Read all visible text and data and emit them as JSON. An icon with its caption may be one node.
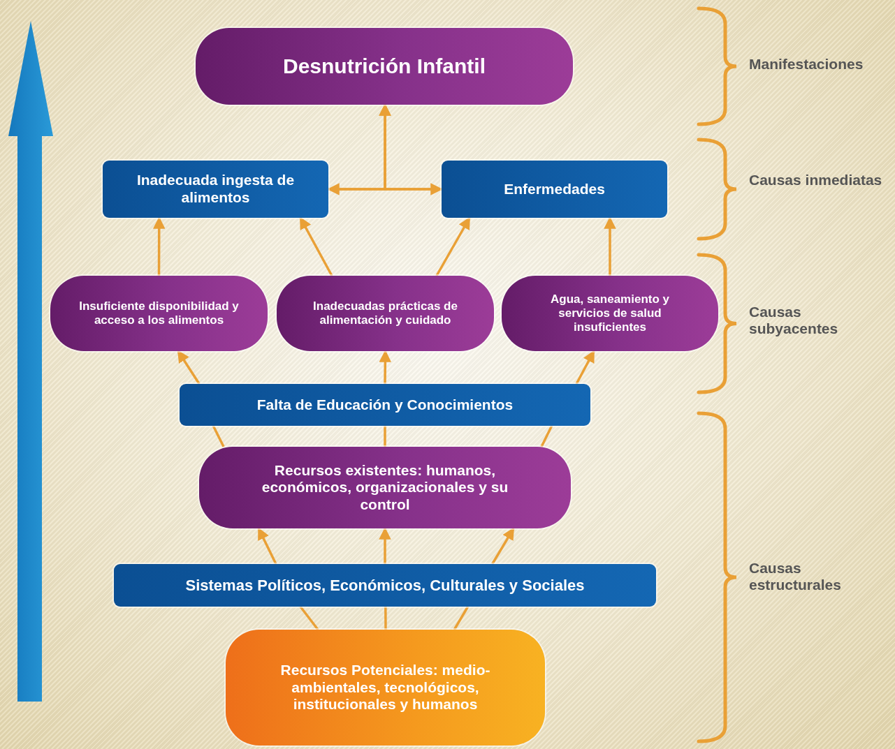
{
  "diagram": {
    "nodes": [
      {
        "text": [
          "Desnutrición Infantil"
        ]
      },
      {
        "text": [
          "Inadecuada ingesta de alimentos"
        ]
      },
      {
        "text": [
          "Enfermedades"
        ]
      },
      {
        "text": [
          "Insuficiente disponibilidad y acceso a los alimentos"
        ]
      },
      {
        "text": [
          "Inadecuadas prácticas de alimentación y cuidado"
        ]
      },
      {
        "text": [
          "Agua, saneamiento y servicios de salud insuficientes"
        ]
      },
      {
        "text": [
          "Falta de Educación y Conocimientos"
        ]
      },
      {
        "text": [
          "Recursos existentes: humanos, económicos, organizacionales y su control"
        ]
      },
      {
        "text": [
          "Sistemas Políticos, Económicos, Culturales y Sociales"
        ]
      },
      {
        "text": [
          "Recursos Potenciales: medio-ambientales, tecnológicos, institucionales y humanos"
        ]
      }
    ],
    "edges": [
      {
        "from": 1,
        "to": 0,
        "arrow": "to"
      },
      {
        "from": 2,
        "to": 0,
        "arrow": "to"
      },
      {
        "from": 1,
        "to": 2,
        "arrow": "both"
      },
      {
        "from": 3,
        "to": 1,
        "arrow": "to"
      },
      {
        "from": 4,
        "to": 1,
        "arrow": "to"
      },
      {
        "from": 4,
        "to": 2,
        "arrow": "to"
      },
      {
        "from": 5,
        "to": 2,
        "arrow": "to"
      },
      {
        "from": 6,
        "to": 3,
        "arrow": "to"
      },
      {
        "from": 6,
        "to": 4,
        "arrow": "to"
      },
      {
        "from": 6,
        "to": 5,
        "arrow": "to"
      },
      {
        "from": 7,
        "to": 6,
        "arrow": "none"
      },
      {
        "from": 7,
        "to": 6,
        "arrow": "none"
      },
      {
        "from": 7,
        "to": 6,
        "arrow": "none"
      },
      {
        "from": 8,
        "to": 7,
        "arrow": "to"
      },
      {
        "from": 8,
        "to": 7,
        "arrow": "to"
      },
      {
        "from": 8,
        "to": 7,
        "arrow": "to"
      },
      {
        "from": 9,
        "to": 8,
        "arrow": "none"
      },
      {
        "from": 9,
        "to": 8,
        "arrow": "none"
      },
      {
        "from": 9,
        "to": 8,
        "arrow": "none"
      }
    ],
    "labels": [
      "Manifestaciones",
      "Causas inmediatas",
      "Causas subyacentes",
      "Causas estructurales"
    ]
  }
}
